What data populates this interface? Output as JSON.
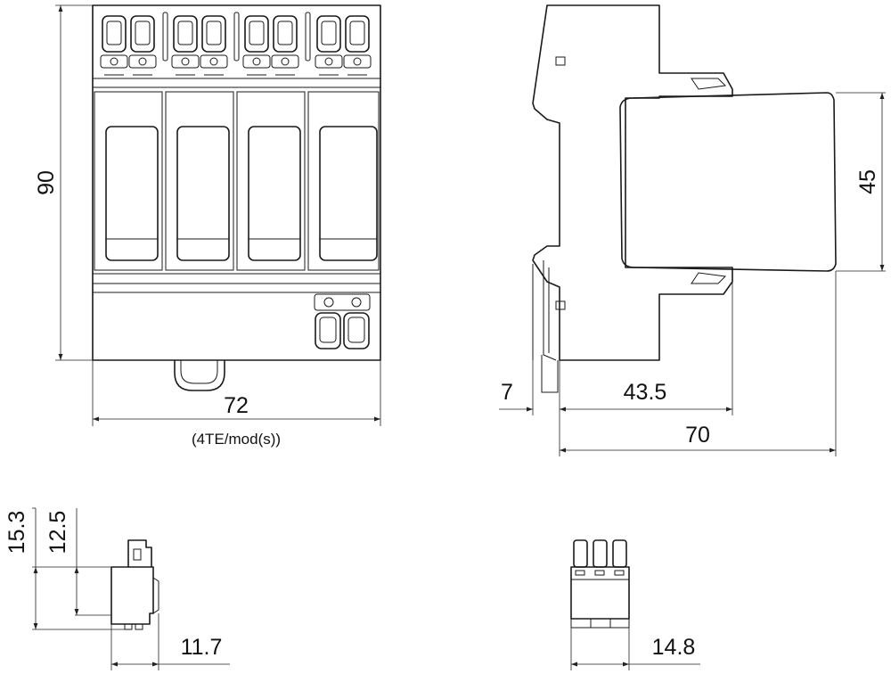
{
  "front_view": {
    "height_label": "90",
    "width_label": "72",
    "width_note": "(4TE/mod(s))"
  },
  "side_view": {
    "depth_offset_label": "7",
    "front_depth_label": "43.5",
    "total_depth_label": "70",
    "front_height_label": "45"
  },
  "connector_a": {
    "height_total_label": "15.3",
    "height_body_label": "12.5",
    "width_label": "11.7"
  },
  "connector_b": {
    "width_label": "14.8"
  }
}
